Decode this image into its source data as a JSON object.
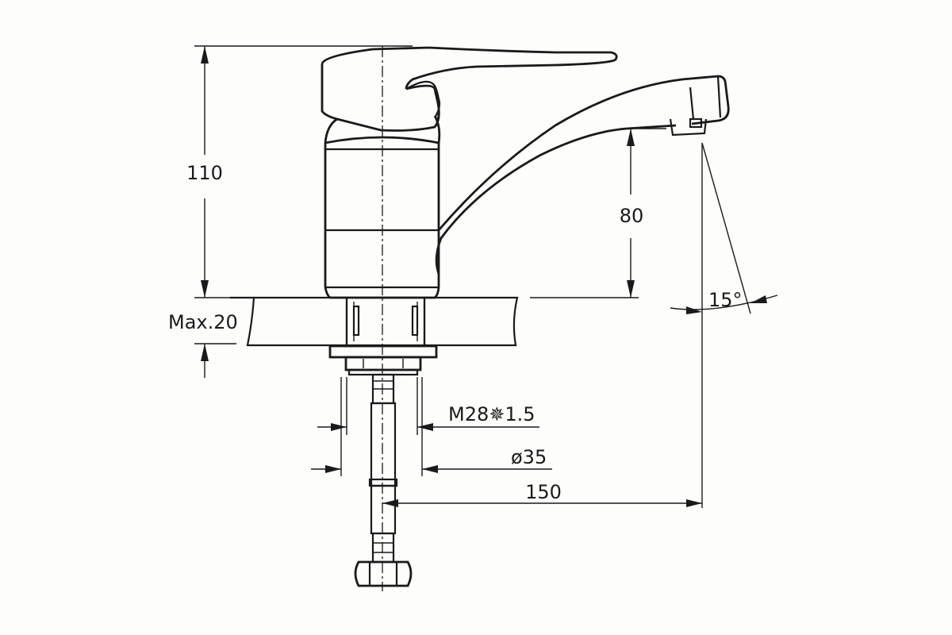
{
  "dimensions": {
    "height_total": "110",
    "spout_height": "80",
    "max_thickness": "Max.20",
    "thread": "M28✵1.5",
    "diameter": "ø35",
    "reach": "150",
    "angle": "15°"
  }
}
